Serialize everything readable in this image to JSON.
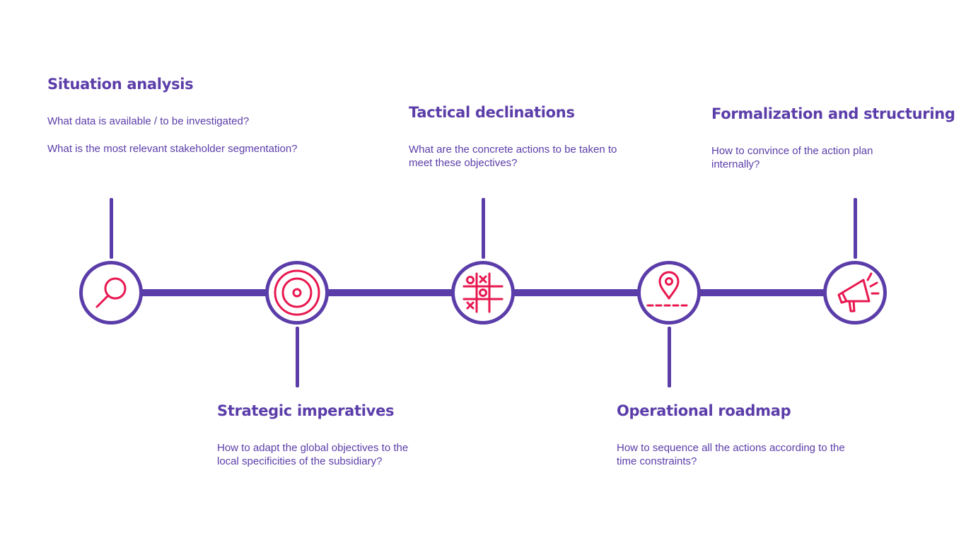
{
  "colors": {
    "primary": "#5b3da9",
    "accent": "#e8174f"
  },
  "steps": [
    {
      "title": "Situation analysis",
      "lines": [
        "What data is available / to be investigated?",
        "What is the most relevant stakeholder segmentation?"
      ],
      "icon": "magnifier-icon"
    },
    {
      "title": "Strategic imperatives",
      "lines": [
        "How to adapt the global objectives to the local specificities of the subsidiary?"
      ],
      "icon": "target-icon"
    },
    {
      "title": "Tactical declinations",
      "lines": [
        "What are the concrete actions to be taken to meet these objectives?"
      ],
      "icon": "tic-tac-toe-icon"
    },
    {
      "title": "Operational roadmap",
      "lines": [
        "How to sequence all the actions according to the time constraints?"
      ],
      "icon": "map-pin-icon"
    },
    {
      "title": "Formalization and structuring",
      "lines": [
        "How to convince of the action plan internally?"
      ],
      "icon": "megaphone-icon"
    }
  ]
}
